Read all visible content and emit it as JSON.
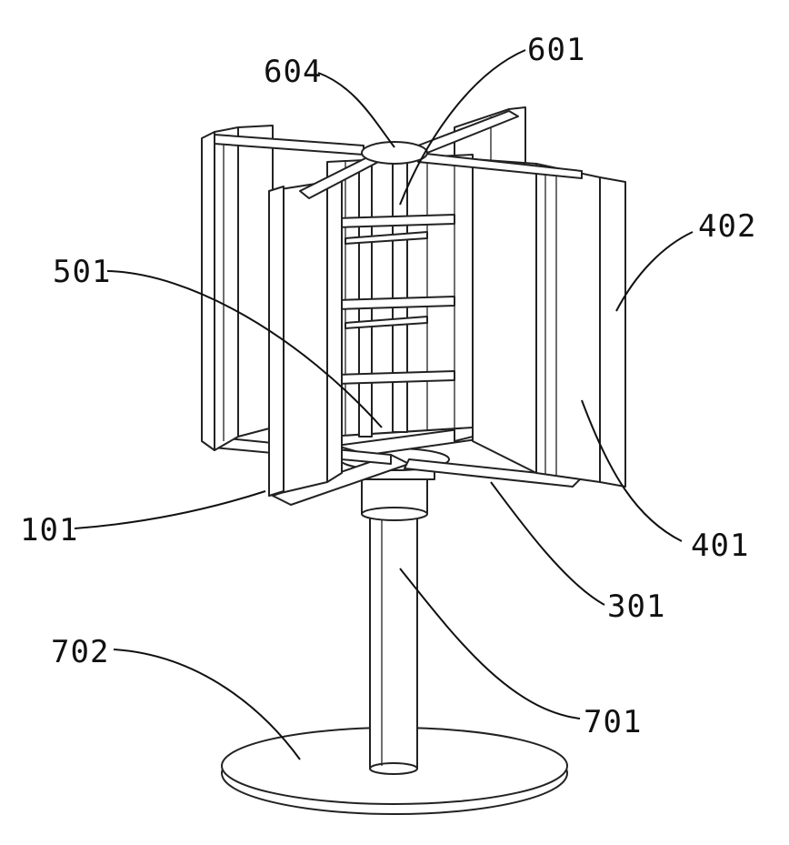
{
  "labels": {
    "l604": "604",
    "l601": "601",
    "l402": "402",
    "l501": "501",
    "l401": "401",
    "l101": "101",
    "l301": "301",
    "l702": "702",
    "l701": "701"
  }
}
